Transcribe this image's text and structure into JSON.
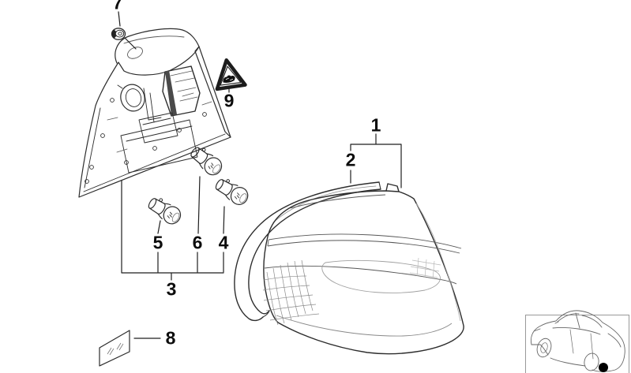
{
  "diagram": {
    "background_color": "#ffffff",
    "line_color": "#2d2d2d",
    "callouts": {
      "1": "1",
      "2": "2",
      "3": "3",
      "4": "4",
      "5": "5",
      "6": "6",
      "7": "7",
      "8": "8",
      "9": "9"
    },
    "icons": {
      "warning_triangle": "crush-hazard-warning-triangle-icon",
      "car_location": "car-rear-three-quarter-thumbnail-icon",
      "part_location_dot": "part-location-dot"
    }
  }
}
